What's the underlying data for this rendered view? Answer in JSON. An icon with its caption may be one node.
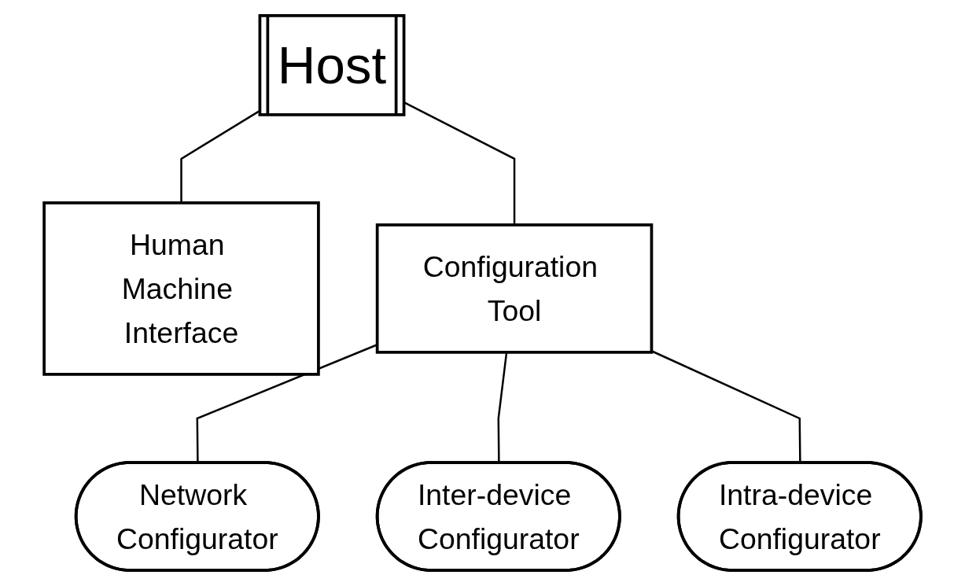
{
  "diagram": {
    "nodes": [
      {
        "text": [
          "Host"
        ]
      },
      {
        "text": [
          "Human Machine Interface"
        ]
      },
      {
        "text": [
          "Configuration Tool"
        ]
      },
      {
        "text": [
          "Network Configurator"
        ]
      },
      {
        "text": [
          "Inter-device Configurator"
        ]
      },
      {
        "text": [
          "Intra-device Configurator"
        ]
      }
    ],
    "edges": [
      {
        "from": 0,
        "to": 1,
        "arrow": "none"
      },
      {
        "from": 0,
        "to": 2,
        "arrow": "none"
      },
      {
        "from": 2,
        "to": 3,
        "arrow": "none"
      },
      {
        "from": 2,
        "to": 4,
        "arrow": "none"
      },
      {
        "from": 2,
        "to": 5,
        "arrow": "none"
      }
    ]
  }
}
